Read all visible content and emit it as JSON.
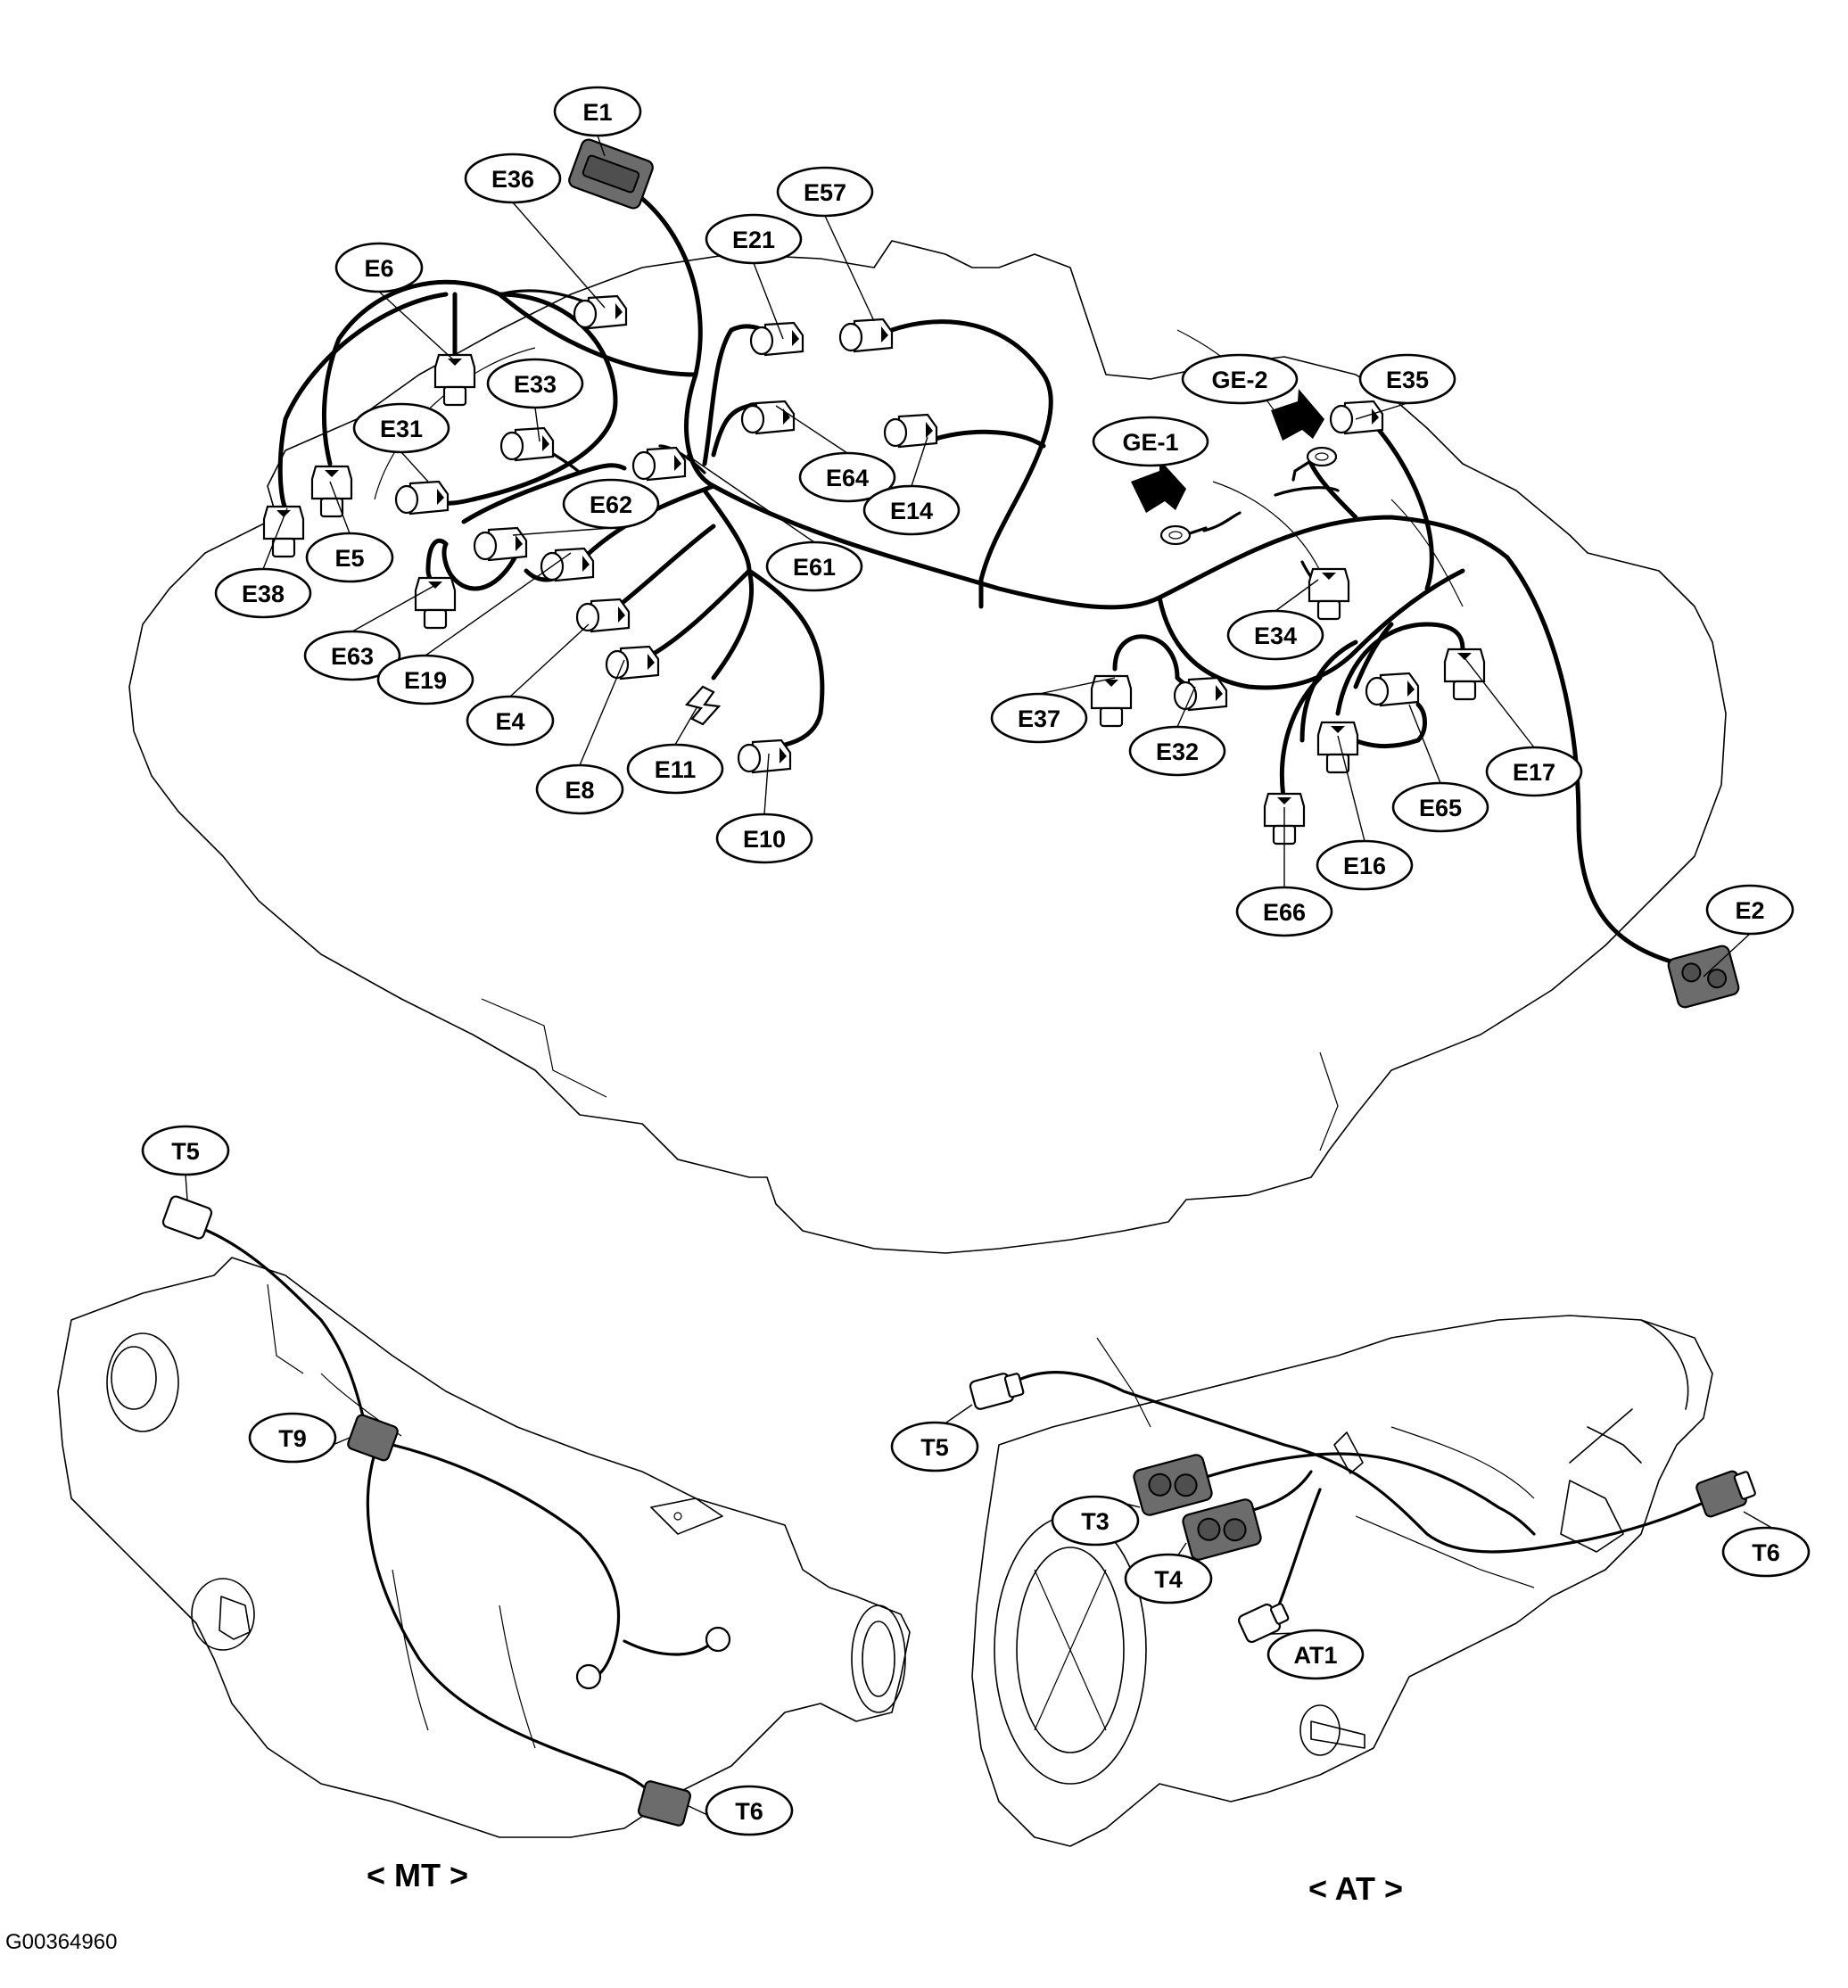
{
  "figure_id": "G00364960",
  "captions": {
    "mt": "< MT >",
    "at": "< AT >"
  },
  "engine_labels": [
    "E1",
    "E36",
    "E57",
    "E21",
    "E6",
    "E33",
    "E31",
    "E5",
    "E38",
    "E62",
    "E63",
    "E19",
    "E4",
    "E8",
    "E11",
    "E10",
    "E64",
    "E61",
    "E14",
    "GE-1",
    "GE-2",
    "E35",
    "E34",
    "E37",
    "E32",
    "E17",
    "E65",
    "E16",
    "E66",
    "E2"
  ],
  "mt_labels": [
    "T5",
    "T9",
    "T6"
  ],
  "at_labels": [
    "T5",
    "T3",
    "T4",
    "AT1",
    "T6"
  ],
  "connector_colors": {
    "light": "#ffffff",
    "dark": "#6c6c6c"
  }
}
